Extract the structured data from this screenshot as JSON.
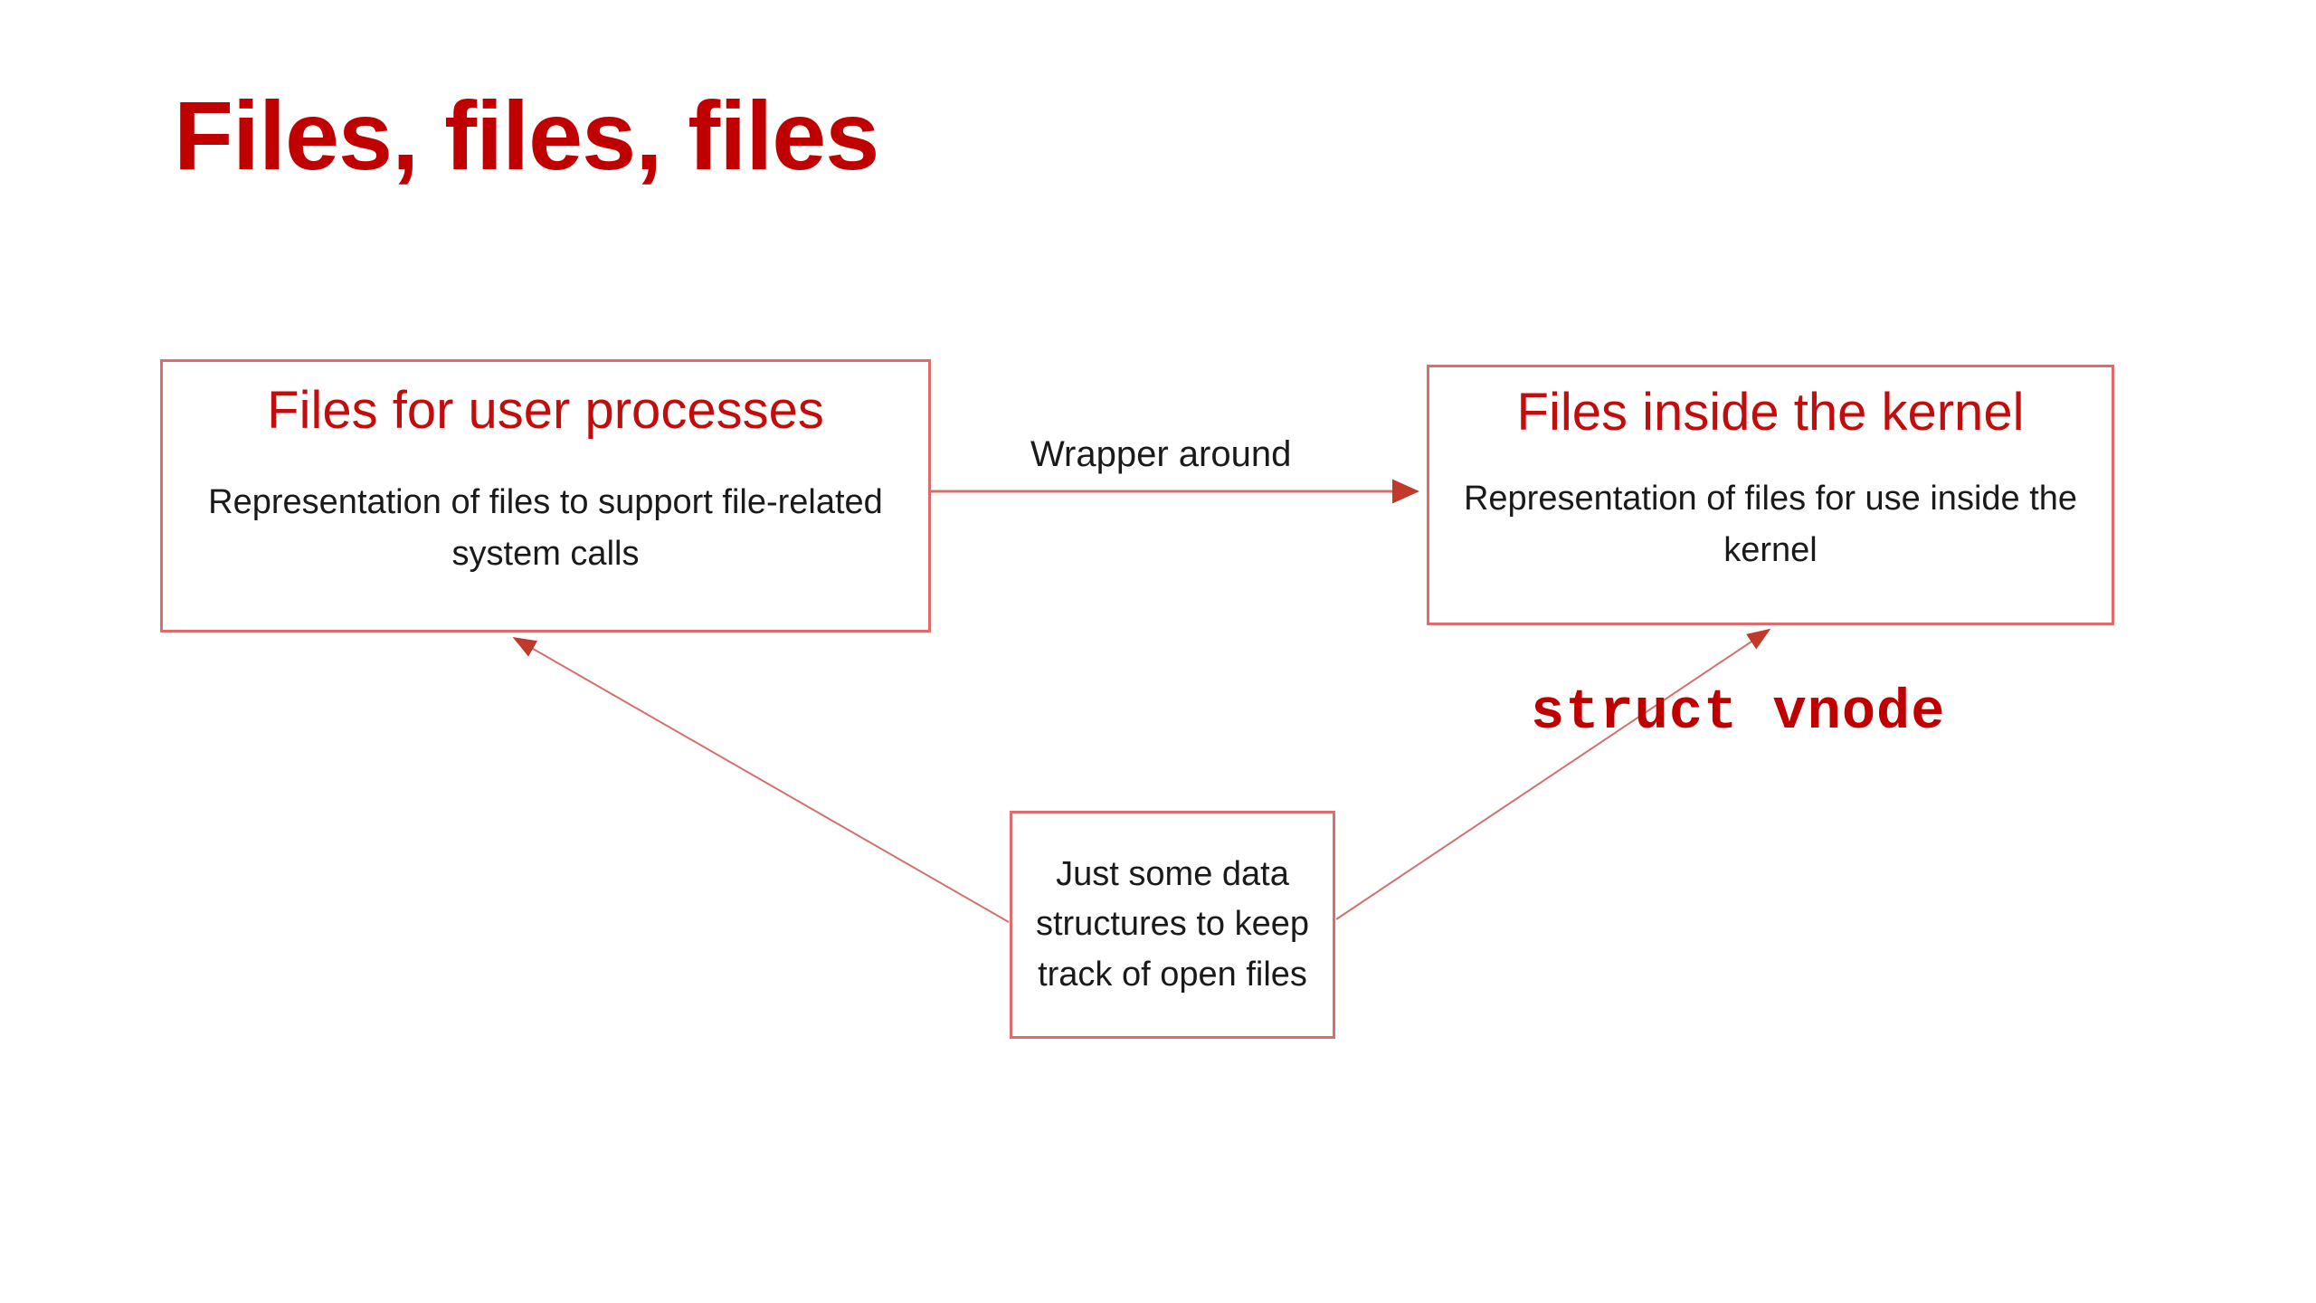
{
  "slide": {
    "title": "Files, files, files",
    "background_color": "#FFFFFF"
  },
  "colors": {
    "title_red": "#C00000",
    "heading_red": "#C30C0C",
    "border_red": "#DD6D6D",
    "arrow_red": "#C0504D",
    "body_black": "#1A1A1A"
  },
  "boxes": {
    "user_processes": {
      "heading": "Files for user processes",
      "body": "Representation of files to support file-related system calls"
    },
    "kernel_files": {
      "heading": "Files inside the kernel",
      "body": "Representation of files for use inside the kernel"
    },
    "data_structures": {
      "body": "Just some data structures to keep track of open files"
    }
  },
  "labels": {
    "wrapper_around": "Wrapper around",
    "struct_vnode": "struct vnode"
  },
  "connectors": [
    {
      "name": "user-to-kernel-arrow",
      "label": "Wrapper around",
      "from": "user_processes",
      "to": "kernel_files",
      "style": "straight-horizontal-arrow"
    },
    {
      "name": "datastructs-to-user-arrow",
      "from": "data_structures",
      "to": "user_processes",
      "style": "thin-diagonal-arrow"
    },
    {
      "name": "datastructs-to-kernel-arrow",
      "from": "data_structures",
      "to": "kernel_files",
      "style": "thin-diagonal-arrow"
    }
  ]
}
